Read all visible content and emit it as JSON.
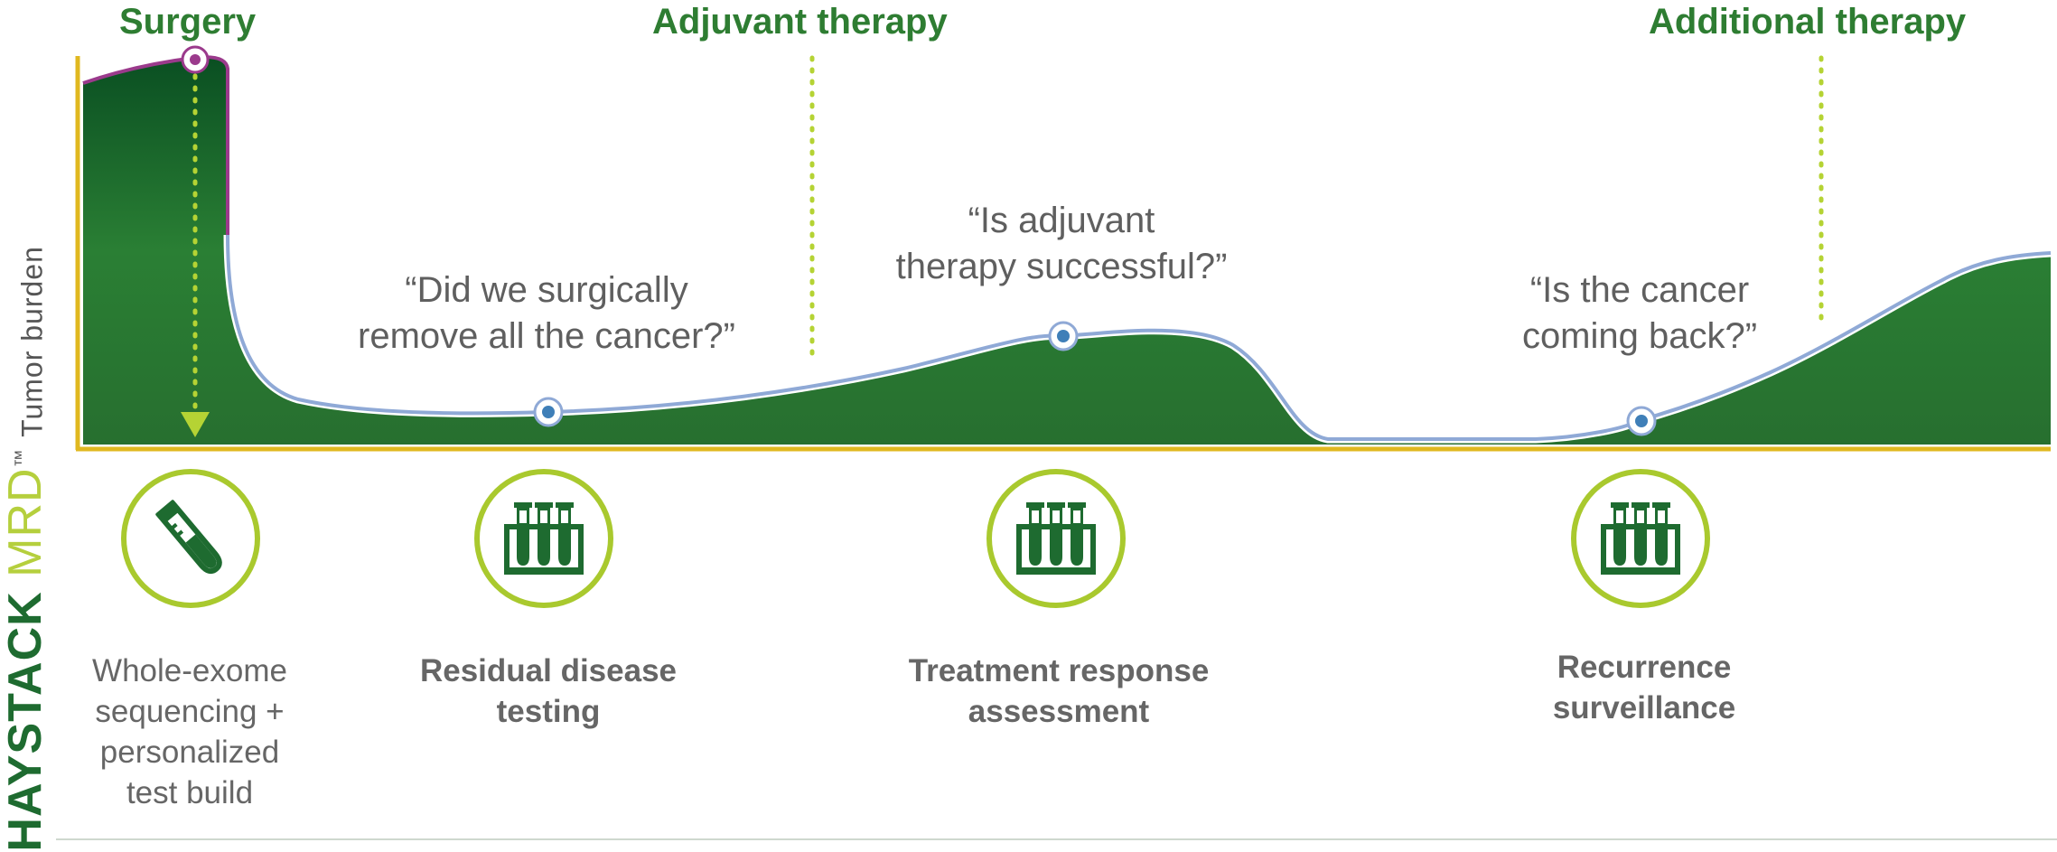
{
  "phases": {
    "surgery": "Surgery",
    "adjuvant": "Adjuvant therapy",
    "additional": "Additional therapy"
  },
  "y_axis_label": "Tumor burden",
  "questions": {
    "surgical": [
      "“Did we surgically",
      "remove all the cancer?”"
    ],
    "adjuvant": [
      "“Is adjuvant",
      "therapy successful?”"
    ],
    "recurrence": [
      "“Is the cancer",
      "coming back?”"
    ]
  },
  "steps": [
    {
      "icon": "test-tube-icon",
      "lines": [
        "Whole-exome",
        "sequencing +",
        "personalized",
        "test build"
      ],
      "bold": false
    },
    {
      "icon": "test-tube-rack-icon",
      "lines": [
        "Residual disease",
        "testing"
      ],
      "bold": true
    },
    {
      "icon": "test-tube-rack-icon",
      "lines": [
        "Treatment response",
        "assessment"
      ],
      "bold": true
    },
    {
      "icon": "test-tube-rack-icon",
      "lines": [
        "Recurrence",
        "surveillance"
      ],
      "bold": true
    }
  ],
  "brand": {
    "word1": "HAYSTACK",
    "word2": " MRD",
    "tm": "™"
  },
  "colors": {
    "dark_green": "#1e6b30",
    "phase_green": "#2e7d32",
    "lime": "#a9c92e",
    "axis_gold": "#e0b820",
    "surgery_line": "#9b3a8c",
    "curve_blue": "#8fa9d6",
    "marker_blue": "#3f7fb8"
  }
}
